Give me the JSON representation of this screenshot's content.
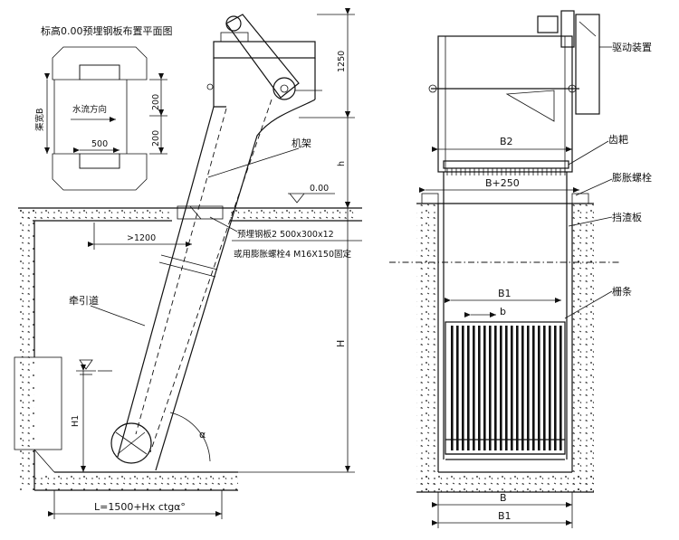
{
  "left_view": {
    "inset_title": "标高0.00预埋钢板布置平面图",
    "inset_water_flow": "水流方向",
    "inset_channel_width": "渠宽B",
    "inset_dim_200_top": "200",
    "inset_dim_200_bottom": "200",
    "inset_dim_500": "500",
    "dim_1250": "1250",
    "dim_h": "h",
    "label_frame": "机架",
    "level_zero": "0.00",
    "dim_gt_1200": ">1200",
    "label_embedded_plate": "预埋钢板2 500x300x12",
    "label_anchor_bolt": "或用膨胀螺栓4 M16X150固定",
    "label_traction_rail": "牵引道",
    "dim_H": "H",
    "dim_H1": "H1",
    "angle_symbol": "α",
    "dim_L": "L=1500+Hx ctgα°"
  },
  "right_view": {
    "label_drive_unit": "驱动装置",
    "dim_B2": "B2",
    "label_rake": "齿耙",
    "label_expansion_bolt": "膨胀螺栓",
    "dim_B_plus_250": "B+250",
    "label_scum_plate": "挡渣板",
    "dim_B1_top": "B1",
    "dim_b": "b",
    "label_bar_grid": "栅条",
    "dim_B": "B",
    "dim_B1_bottom": "B1"
  },
  "colors": {
    "line": "#111111",
    "background": "#ffffff"
  }
}
